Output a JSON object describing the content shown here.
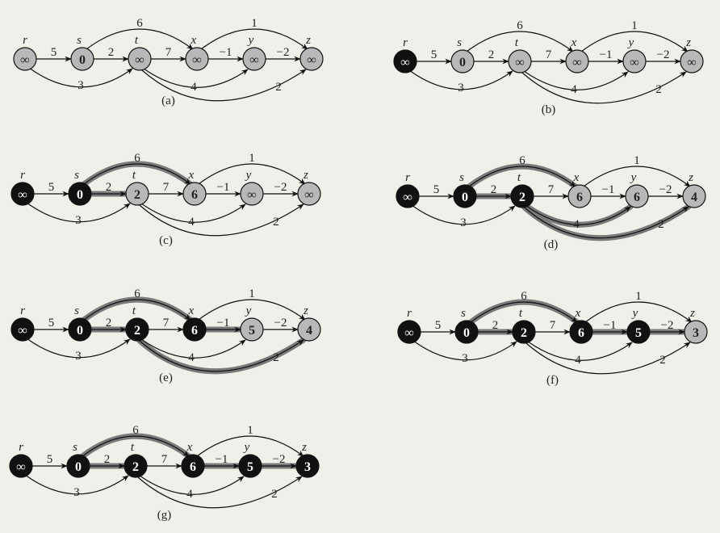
{
  "vertices": [
    "r",
    "s",
    "t",
    "x",
    "y",
    "z"
  ],
  "edges": [
    {
      "from": "r",
      "to": "s",
      "weight": "5"
    },
    {
      "from": "r",
      "to": "t",
      "weight": "3"
    },
    {
      "from": "s",
      "to": "t",
      "weight": "2"
    },
    {
      "from": "s",
      "to": "x",
      "weight": "6"
    },
    {
      "from": "t",
      "to": "x",
      "weight": "7"
    },
    {
      "from": "t",
      "to": "y",
      "weight": "4"
    },
    {
      "from": "t",
      "to": "z",
      "weight": "2"
    },
    {
      "from": "x",
      "to": "y",
      "weight": "−1"
    },
    {
      "from": "x",
      "to": "z",
      "weight": "1"
    },
    {
      "from": "y",
      "to": "z",
      "weight": "−2"
    }
  ],
  "colors": {
    "black_node": "#111111",
    "gray_node": "#b8b8b8",
    "shaded_edge": "#7a7a7a",
    "edge": "#111111"
  },
  "panels": [
    {
      "caption": "(a)",
      "values": [
        "∞",
        "0",
        "∞",
        "∞",
        "∞",
        "∞"
      ],
      "black": [],
      "shaded": []
    },
    {
      "caption": "(b)",
      "values": [
        "∞",
        "0",
        "∞",
        "∞",
        "∞",
        "∞"
      ],
      "black": [
        "r"
      ],
      "shaded": []
    },
    {
      "caption": "(c)",
      "values": [
        "∞",
        "0",
        "2",
        "6",
        "∞",
        "∞"
      ],
      "black": [
        "r",
        "s"
      ],
      "shaded": [
        "s-t",
        "s-x"
      ]
    },
    {
      "caption": "(d)",
      "values": [
        "∞",
        "0",
        "2",
        "6",
        "6",
        "4"
      ],
      "black": [
        "r",
        "s",
        "t"
      ],
      "shaded": [
        "s-t",
        "s-x",
        "t-y",
        "t-z"
      ]
    },
    {
      "caption": "(e)",
      "values": [
        "∞",
        "0",
        "2",
        "6",
        "5",
        "4"
      ],
      "black": [
        "r",
        "s",
        "t",
        "x"
      ],
      "shaded": [
        "s-t",
        "s-x",
        "x-y",
        "t-z"
      ]
    },
    {
      "caption": "(f)",
      "values": [
        "∞",
        "0",
        "2",
        "6",
        "5",
        "3"
      ],
      "black": [
        "r",
        "s",
        "t",
        "x",
        "y"
      ],
      "shaded": [
        "s-t",
        "s-x",
        "x-y",
        "y-z"
      ]
    },
    {
      "caption": "(g)",
      "values": [
        "∞",
        "0",
        "2",
        "6",
        "5",
        "3"
      ],
      "black": [
        "r",
        "s",
        "t",
        "x",
        "y",
        "z"
      ],
      "shaded": [
        "s-t",
        "s-x",
        "x-y",
        "y-z"
      ]
    }
  ]
}
